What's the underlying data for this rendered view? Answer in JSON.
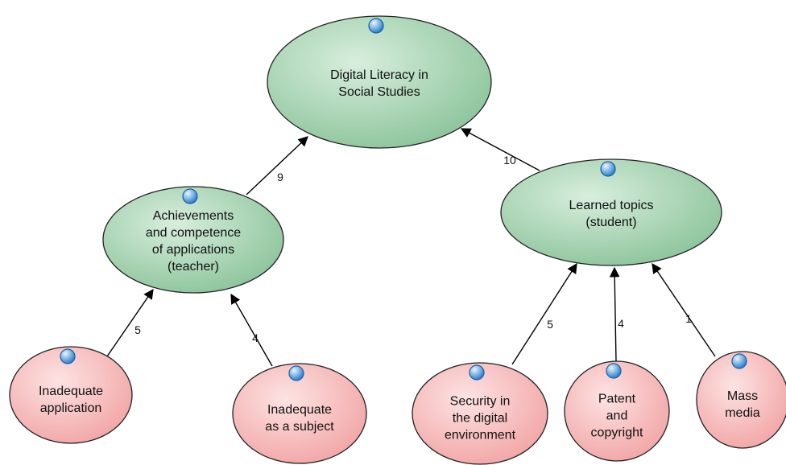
{
  "nodes": [
    {
      "id": "digital-literacy",
      "kind": "core",
      "lines": [
        "Digital Literacy in",
        "Social Studies"
      ]
    },
    {
      "id": "achievements-teacher",
      "kind": "core",
      "lines": [
        "Achievements",
        "and competence",
        "of applications",
        "(teacher)"
      ]
    },
    {
      "id": "learned-topics",
      "kind": "core",
      "lines": [
        "Learned topics",
        "(student)"
      ]
    },
    {
      "id": "inadequate-application",
      "kind": "leaf",
      "lines": [
        "Inadequate",
        "application"
      ]
    },
    {
      "id": "inadequate-subject",
      "kind": "leaf",
      "lines": [
        "Inadequate",
        "as a subject"
      ]
    },
    {
      "id": "security-digital",
      "kind": "leaf",
      "lines": [
        "Security in",
        "the digital",
        "environment"
      ]
    },
    {
      "id": "patent-copyright",
      "kind": "leaf",
      "lines": [
        "Patent",
        "and",
        "copyright"
      ]
    },
    {
      "id": "mass-media",
      "kind": "leaf",
      "lines": [
        "Mass",
        "media"
      ]
    }
  ],
  "edges": [
    {
      "id": "e-teacher-core",
      "from": "achievements-teacher",
      "to": "digital-literacy",
      "weight": "9"
    },
    {
      "id": "e-student-core",
      "from": "learned-topics",
      "to": "digital-literacy",
      "weight": "10"
    },
    {
      "id": "e-app-teacher",
      "from": "inadequate-application",
      "to": "achievements-teacher",
      "weight": "5"
    },
    {
      "id": "e-subject-teacher",
      "from": "inadequate-subject",
      "to": "achievements-teacher",
      "weight": "4"
    },
    {
      "id": "e-security-student",
      "from": "security-digital",
      "to": "learned-topics",
      "weight": "5"
    },
    {
      "id": "e-patent-student",
      "from": "patent-copyright",
      "to": "learned-topics",
      "weight": "4"
    },
    {
      "id": "e-media-student",
      "from": "mass-media",
      "to": "learned-topics",
      "weight": "1"
    }
  ],
  "colors": {
    "core_fill_light": "#d8eedd",
    "core_fill_dark": "#8cc49b",
    "leaf_fill_light": "#fde3e3",
    "leaf_fill_dark": "#f2a5a5",
    "node_stroke": "#222222",
    "edge": "#000000",
    "marker_light": "#e8f6ff",
    "marker_dark": "#2a7fd0"
  },
  "icons": {
    "node_marker": "blue-circle-marker-icon"
  }
}
